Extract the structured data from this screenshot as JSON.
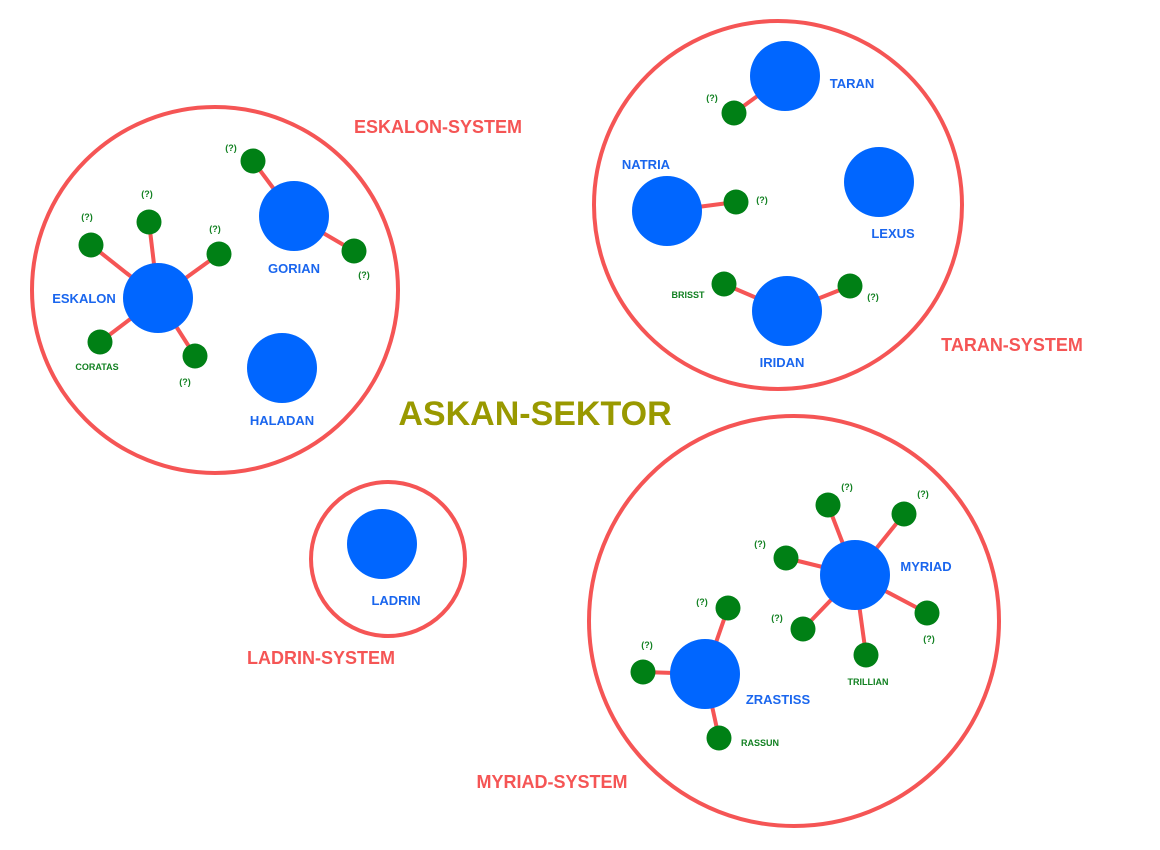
{
  "title": "ASKAN-SEKTOR",
  "colors": {
    "system_ring": "#f55555",
    "planet": "#0066ff",
    "moon": "#008015",
    "link": "#f55555",
    "title": "#999900"
  },
  "systems": [
    {
      "name": "ESKALON-SYSTEM",
      "planets": [
        {
          "name": "ESKALON",
          "moons": [
            "(?)",
            "(?)",
            "(?)",
            "CORATAS",
            "(?)"
          ]
        },
        {
          "name": "GORIAN",
          "moons": [
            "(?)",
            "(?)"
          ]
        },
        {
          "name": "HALADAN",
          "moons": []
        }
      ]
    },
    {
      "name": "TARAN-SYSTEM",
      "planets": [
        {
          "name": "TARAN",
          "moons": [
            "(?)"
          ]
        },
        {
          "name": "NATRIA",
          "moons": [
            "(?)"
          ]
        },
        {
          "name": "LEXUS",
          "moons": []
        },
        {
          "name": "IRIDAN",
          "moons": [
            "BRISST",
            "(?)"
          ]
        }
      ]
    },
    {
      "name": "LADRIN-SYSTEM",
      "planets": [
        {
          "name": "LADRIN",
          "moons": []
        }
      ]
    },
    {
      "name": "MYRIAD-SYSTEM",
      "planets": [
        {
          "name": "MYRIAD",
          "moons": [
            "(?)",
            "(?)",
            "(?)",
            "(?)",
            "(?)",
            "TRILLIAN"
          ]
        },
        {
          "name": "ZRASTISS",
          "moons": [
            "(?)",
            "(?)",
            "RASSUN"
          ]
        }
      ]
    }
  ]
}
